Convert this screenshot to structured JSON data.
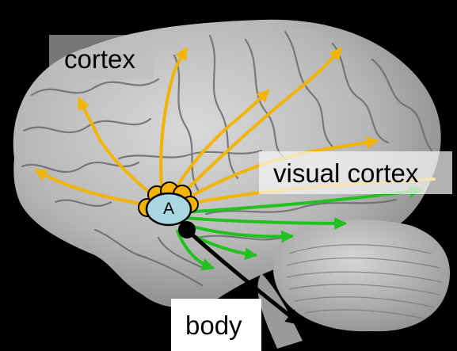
{
  "labels": {
    "cortex": "cortex",
    "visual_cortex": "visual cortex",
    "body": "body",
    "nucleus": "A"
  },
  "colors": {
    "background": "#000000",
    "cortex_projection": "#F2B400",
    "visual_projection": "#22C21E",
    "body_projection": "#000000",
    "nucleus_fill": "#A9D6E0",
    "brain_surface": "#B8B8B8"
  },
  "icons": {
    "brain": "brain-photo",
    "nucleus": "nucleus-cluster"
  }
}
